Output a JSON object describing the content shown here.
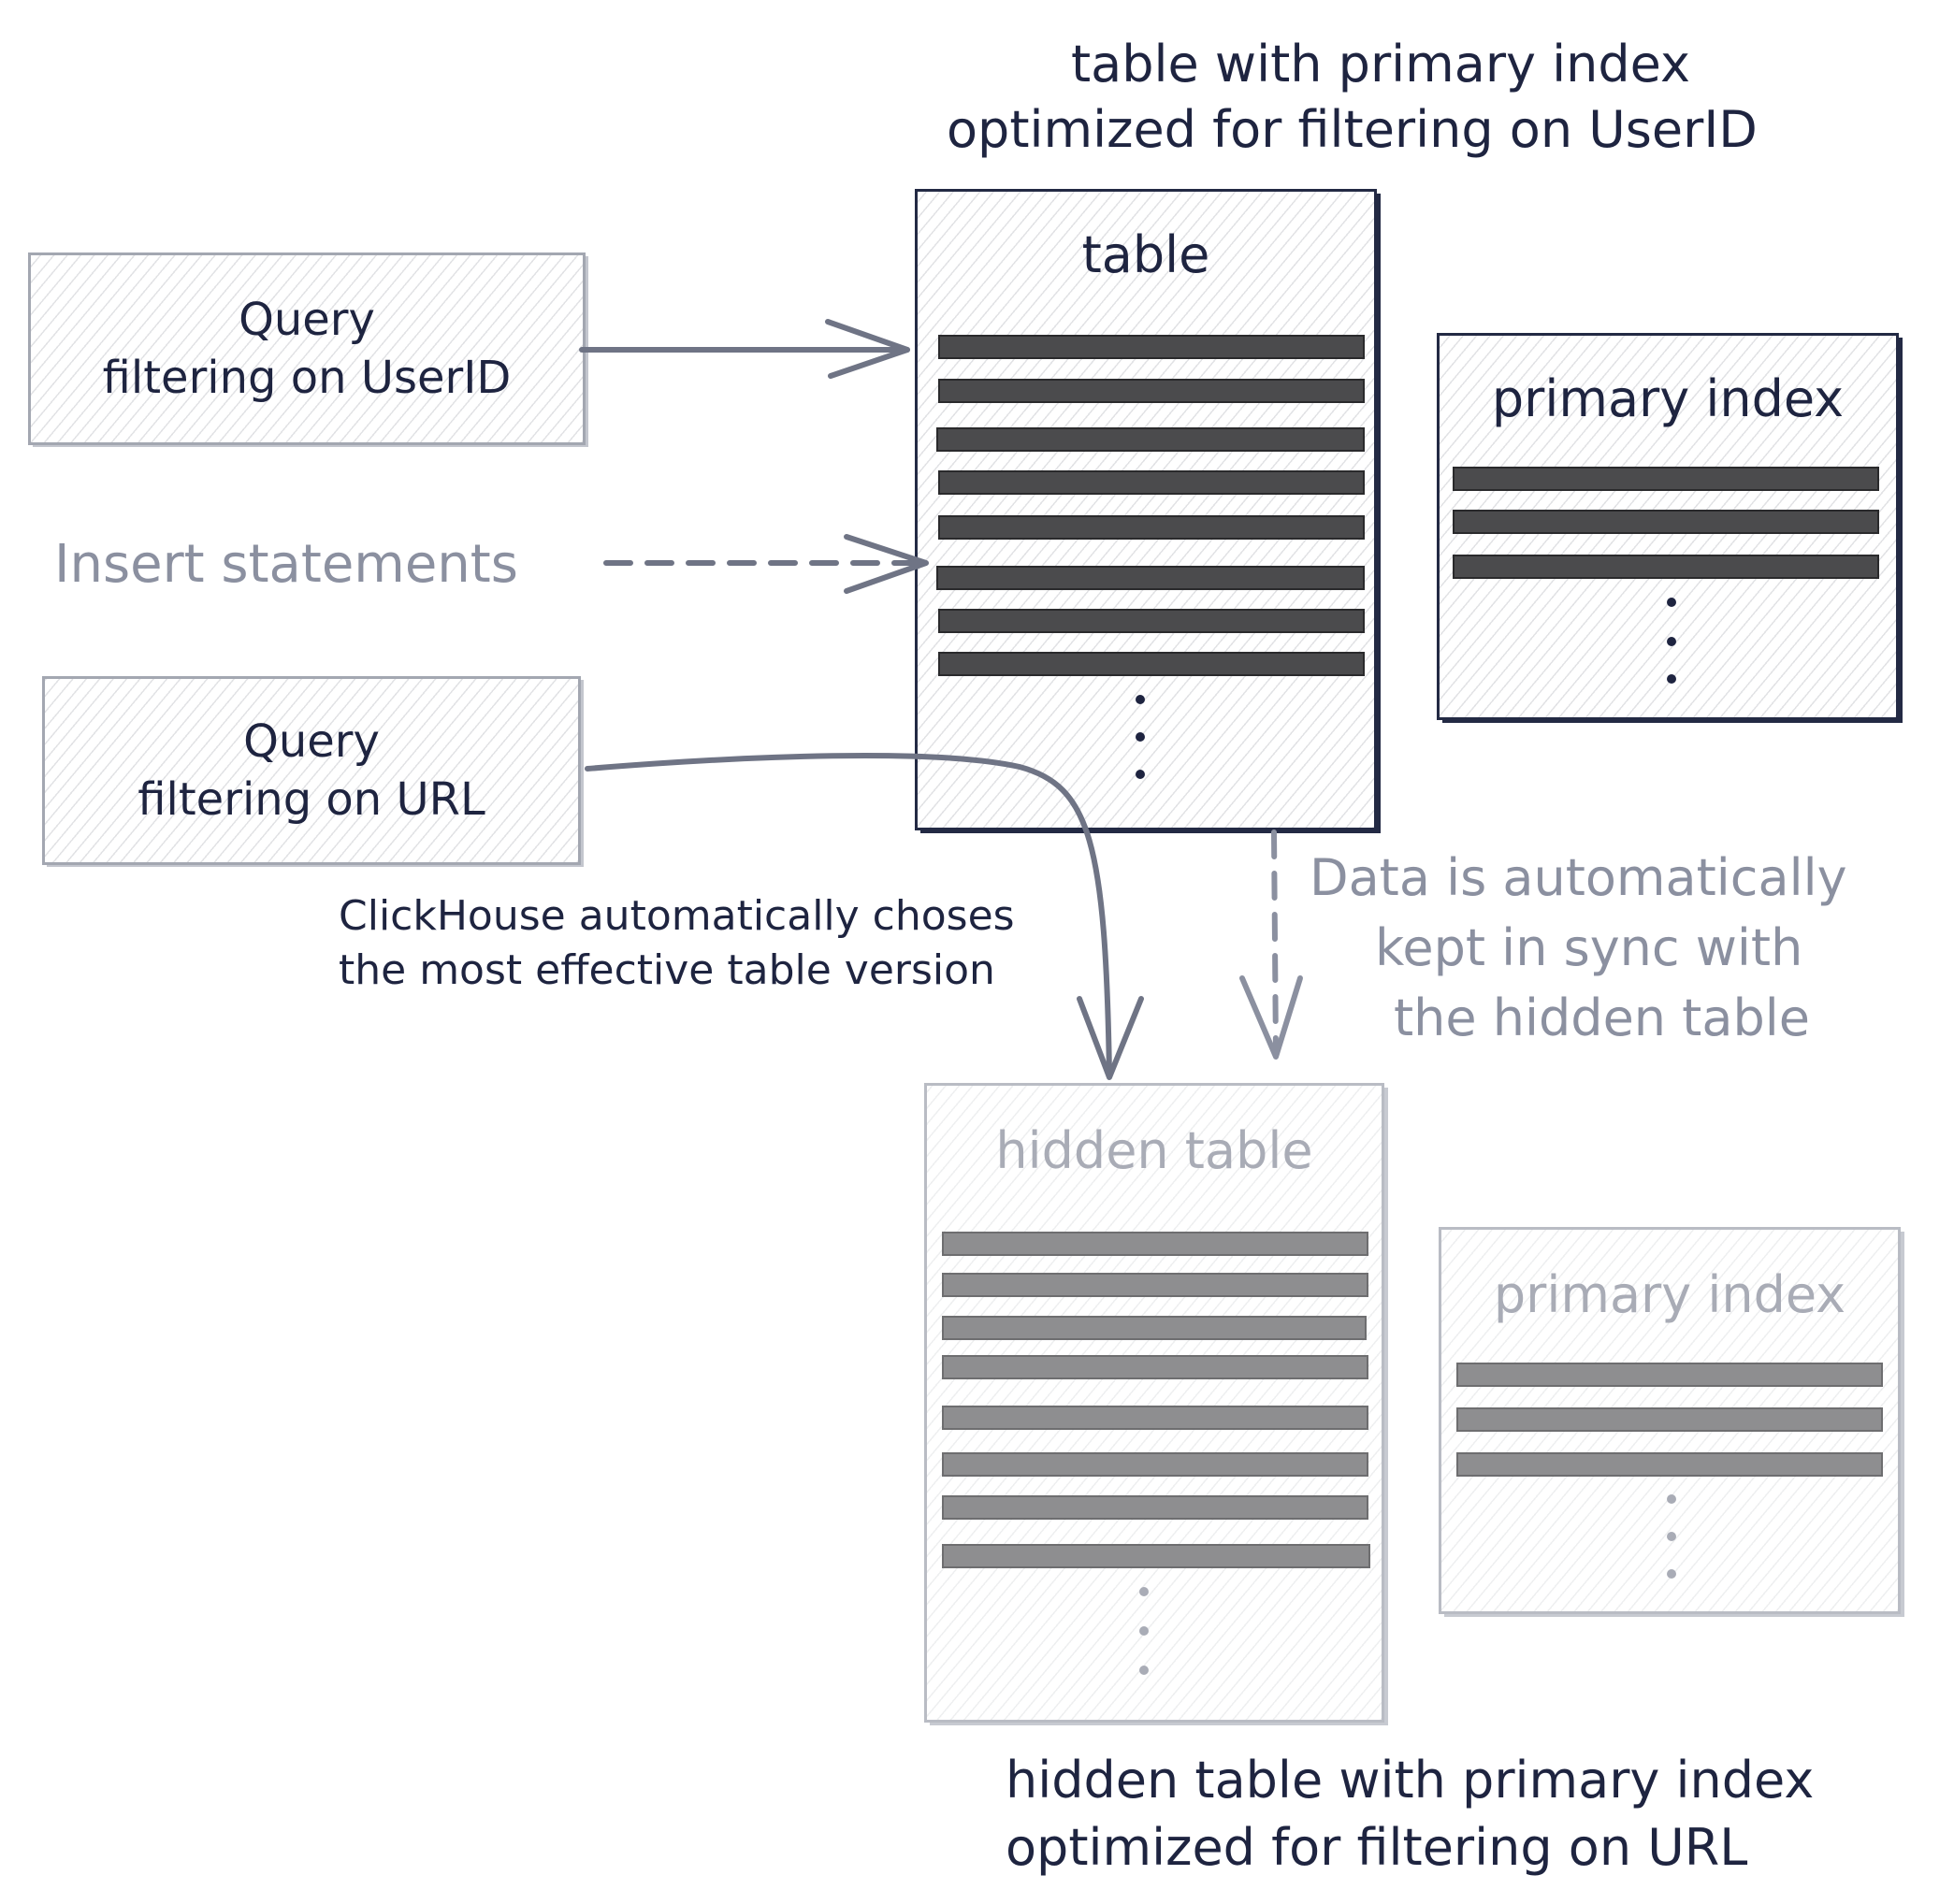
{
  "top_caption": {
    "line1": "table with primary index",
    "line2": "optimized for filtering on UserID"
  },
  "query_userid": {
    "line1": "Query",
    "line2": "filtering on UserID"
  },
  "insert_label": "Insert statements",
  "query_url": {
    "line1": "Query",
    "line2": "filtering on URL"
  },
  "main_table": {
    "title": "table"
  },
  "main_index": {
    "title": "primary index"
  },
  "auto_choose_note": {
    "line1": "ClickHouse automatically choses",
    "line2": "the most effective table version"
  },
  "sync_note": {
    "line1": "Data is automatically",
    "line2": "kept in sync with",
    "line3": "the hidden table"
  },
  "hidden_table": {
    "title": "hidden table"
  },
  "hidden_index": {
    "title": "primary index"
  },
  "bottom_caption": {
    "line1": "hidden table with primary index",
    "line2": "optimized for filtering on URL"
  },
  "colors": {
    "ink": "#1e2440",
    "muted": "#8b90a0",
    "row_dark": "#4b4b4d",
    "row_light": "#8e8e90"
  }
}
